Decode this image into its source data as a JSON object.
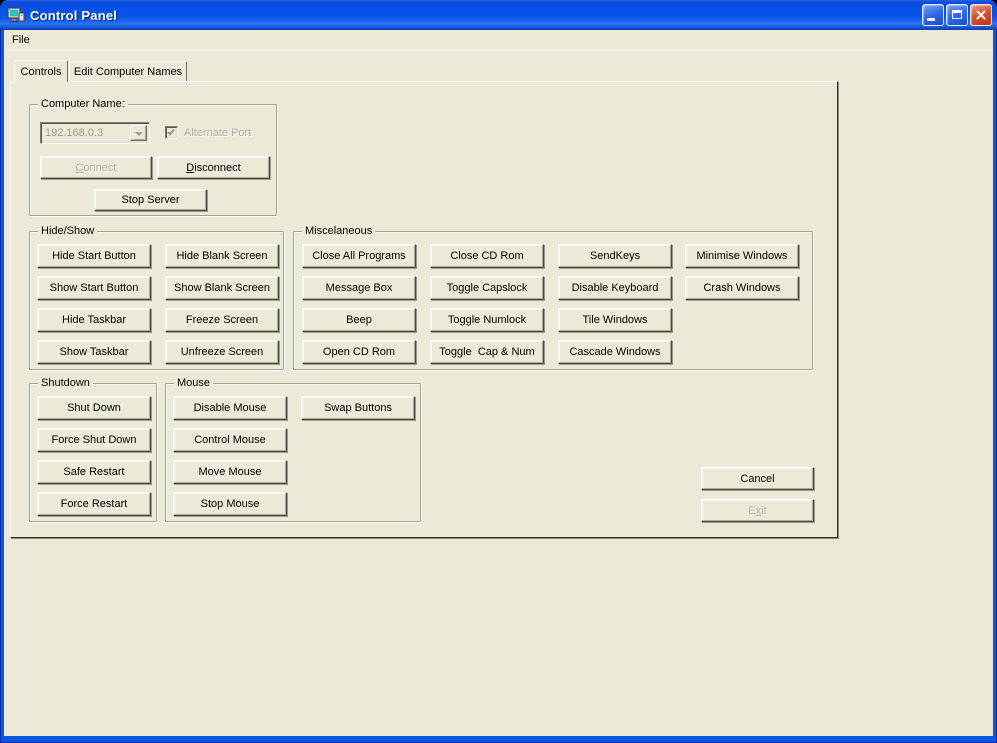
{
  "window": {
    "title": "Control Panel"
  },
  "menu": {
    "file": "File"
  },
  "tabs": [
    {
      "label": "Controls",
      "active": true
    },
    {
      "label": "Edit Computer Names",
      "active": false
    }
  ],
  "groups": {
    "computer_name": {
      "title": "Computer Name:",
      "combo_value": "192.168.0.3",
      "checkbox_label": "Alternate Port",
      "checkbox_checked": true,
      "connect": {
        "label": "Connect",
        "key": "C"
      },
      "disconnect": {
        "label": "Disconnect",
        "key": "D"
      },
      "stop_server": "Stop Server"
    },
    "hide_show": {
      "title": "Hide/Show",
      "buttons": [
        "Hide Start Button",
        "Show Start Button",
        "Hide Taskbar",
        "Show Taskbar",
        "Hide Blank Screen",
        "Show Blank Screen",
        "Freeze Screen",
        "Unfreeze Screen"
      ]
    },
    "misc": {
      "title": "Miscelaneous",
      "buttons": [
        "Close All Programs",
        "Message Box",
        "Beep",
        "Open CD Rom",
        "Close CD Rom",
        "Toggle Capslock",
        "Toggle Numlock",
        "Toggle  Cap & Num",
        "SendKeys",
        "Disable Keyboard",
        "Tile Windows",
        "Cascade Windows",
        "Minimise Windows",
        "Crash Windows"
      ]
    },
    "shutdown": {
      "title": "Shutdown",
      "buttons": [
        "Shut Down",
        "Force Shut Down",
        "Safe Restart",
        "Force Restart"
      ]
    },
    "mouse": {
      "title": "Mouse",
      "buttons": [
        "Disable Mouse",
        "Control Mouse",
        "Move Mouse",
        "Stop Mouse",
        "Swap Buttons"
      ]
    }
  },
  "footer": {
    "cancel": "Cancel",
    "exit": {
      "label": "Exit",
      "key": "x"
    }
  },
  "colors": {
    "face": "#ECE9D8",
    "titlebar_blue": "#0550e5",
    "window_border": "#0c56e4",
    "close_red": "#d54f2d",
    "disabled_text": "#ACA899"
  }
}
